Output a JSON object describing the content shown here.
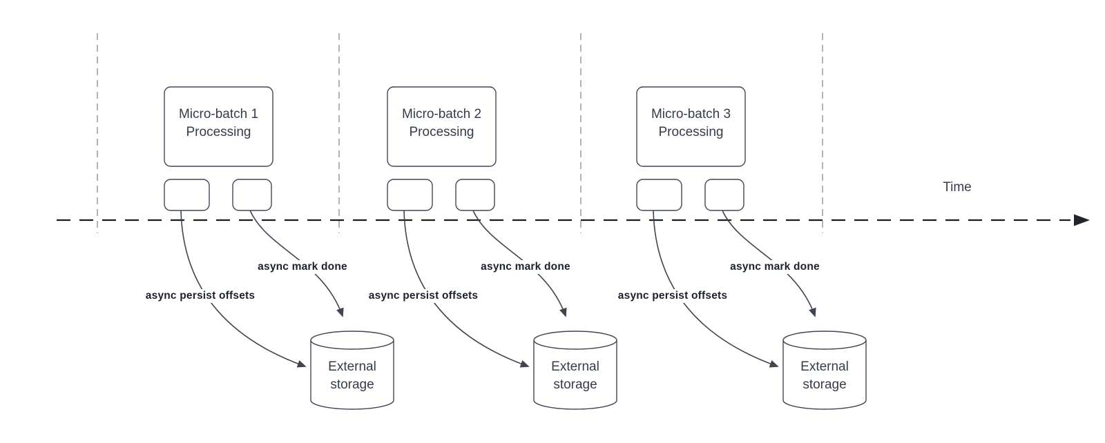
{
  "diagram": {
    "time_label": "Time",
    "batches": [
      {
        "title_line1": "Micro-batch 1",
        "title_line2": "Processing",
        "persist_label": "async persist offsets",
        "done_label": "async mark done",
        "storage_line1": "External",
        "storage_line2": "storage"
      },
      {
        "title_line1": "Micro-batch 2",
        "title_line2": "Processing",
        "persist_label": "async persist offsets",
        "done_label": "async mark done",
        "storage_line1": "External",
        "storage_line2": "storage"
      },
      {
        "title_line1": "Micro-batch 3",
        "title_line2": "Processing",
        "persist_label": "async persist offsets",
        "done_label": "async mark done",
        "storage_line1": "External",
        "storage_line2": "storage"
      }
    ],
    "colors": {
      "background": "#ffffff",
      "shape_stroke": "#3f4754",
      "shape_text": "#343c49",
      "edge_stroke": "#3e4450",
      "edge_label_text": "#1b212e",
      "gridline": "#9b9ea3",
      "time_axis": "#1a1a1a"
    }
  }
}
